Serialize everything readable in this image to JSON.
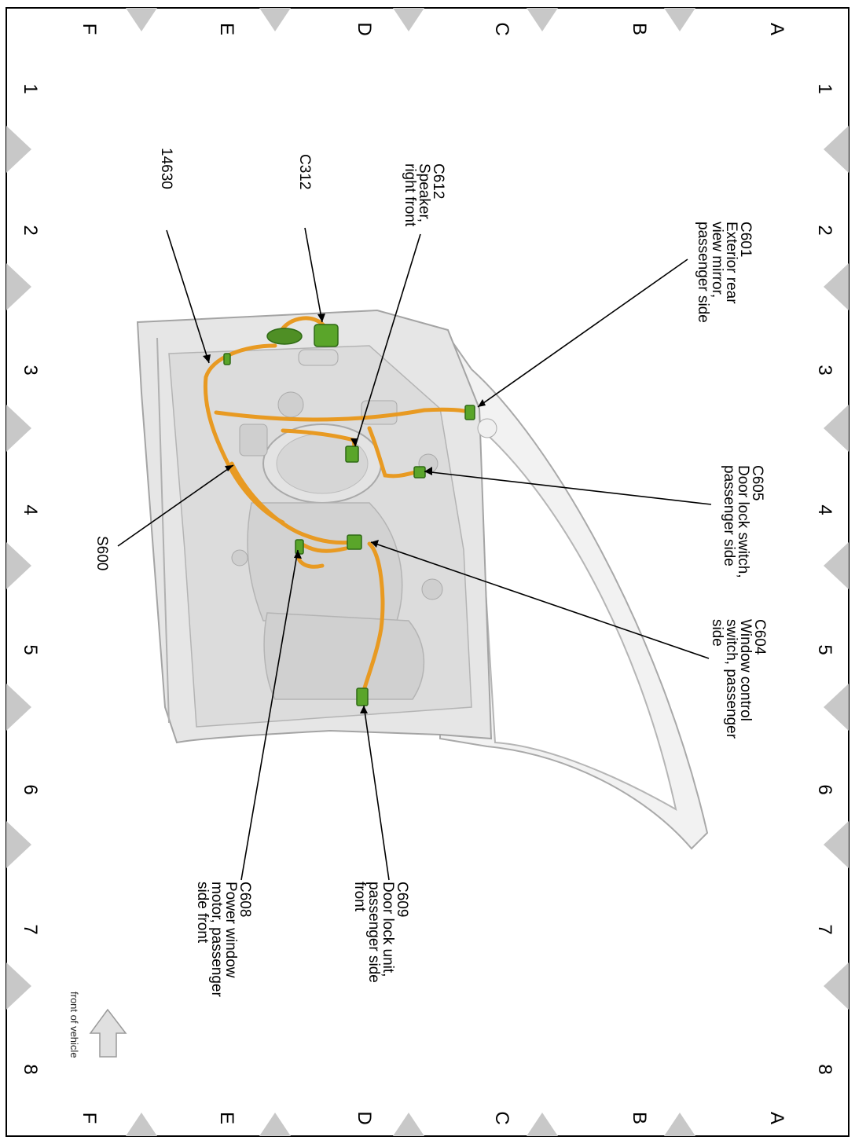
{
  "grid": {
    "letters_top": [
      "A",
      "B",
      "C",
      "D",
      "E",
      "F"
    ],
    "letters_bottom": [
      "A",
      "B",
      "C",
      "D",
      "E",
      "F"
    ],
    "numbers_right": [
      "1",
      "2",
      "3",
      "4",
      "5",
      "6",
      "7",
      "8"
    ],
    "numbers_left": [
      "1",
      "2",
      "3",
      "4",
      "5",
      "6",
      "7",
      "8"
    ]
  },
  "callouts": {
    "c601": [
      "C601",
      "Exterior rear",
      "view mirror,",
      "passenger side"
    ],
    "c612": [
      "C612",
      "Speaker,",
      "right front"
    ],
    "c312": [
      "C312"
    ],
    "w14630": [
      "14630"
    ],
    "c605": [
      "C605",
      "Door lock switch,",
      "passenger side"
    ],
    "c604": [
      "C604",
      "Window control",
      "switch, passenger",
      "side"
    ],
    "s600": [
      "S600"
    ],
    "c609": [
      "C609",
      "Door lock unit,",
      "passenger side",
      "front"
    ],
    "c608": [
      "C608",
      "Power window",
      "motor, passenger",
      "side front"
    ]
  },
  "direction_note": "front of vehicle",
  "colors": {
    "wire": "#e89a22",
    "connector": "#5aa52a",
    "door_panel": "#e6e6e6",
    "border_marker": "#c8c8c8"
  }
}
